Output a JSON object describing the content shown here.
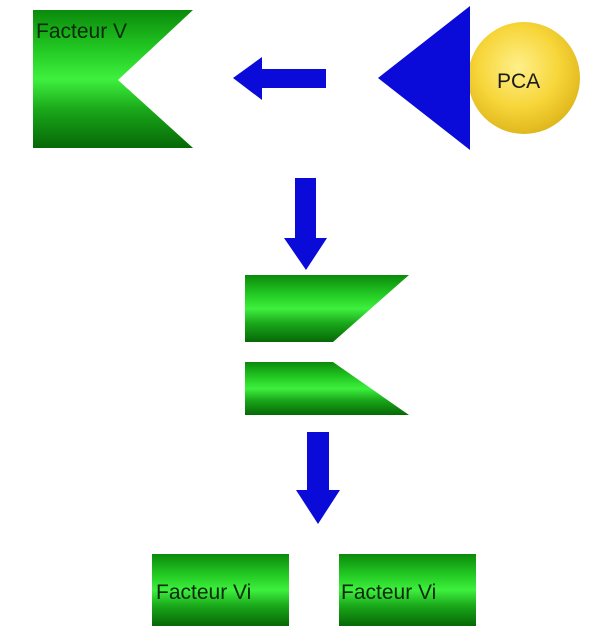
{
  "labels": {
    "factor_v": "Facteur V",
    "pca": "PCA",
    "factor_vi_left": "Facteur Vi",
    "factor_vi_right": "Facteur Vi"
  },
  "colors": {
    "green_dark": "#0a7a0a",
    "green_mid": "#19b219",
    "green_light": "#33e633",
    "blue": "#0a0ad9",
    "yellow": "#f7d63a",
    "yellow_light": "#ffef8a"
  }
}
